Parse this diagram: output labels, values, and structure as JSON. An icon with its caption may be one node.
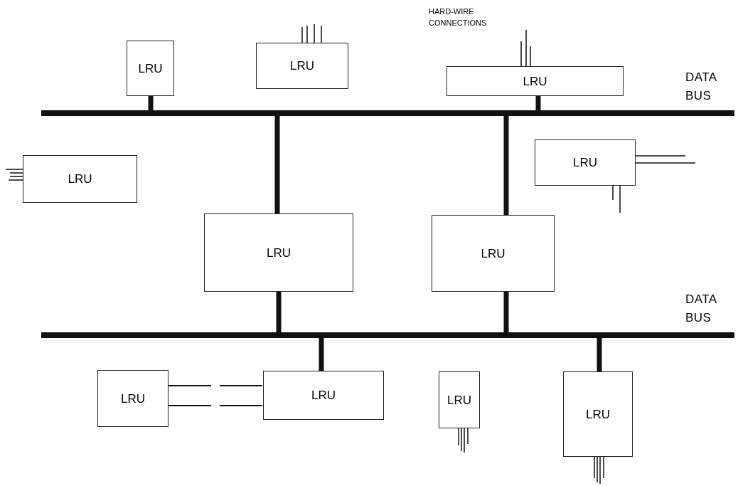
{
  "diagram": {
    "nodes": [
      {
        "text": [
          "LRU"
        ]
      },
      {
        "text": [
          "LRU"
        ]
      },
      {
        "text": [
          "LRU"
        ]
      },
      {
        "text": [],
        "shape": "bar",
        "beside": [
          "DATA BUS"
        ]
      },
      {
        "text": [
          "LRU"
        ]
      },
      {
        "text": [
          "LRU"
        ]
      },
      {
        "text": [
          "LRU"
        ]
      },
      {
        "text": [
          "LRU"
        ]
      },
      {
        "text": [],
        "shape": "bar",
        "beside": [
          "DATA BUS"
        ]
      },
      {
        "text": [
          "LRU"
        ]
      },
      {
        "text": [
          "LRU"
        ]
      },
      {
        "text": [
          "LRU"
        ]
      },
      {
        "text": [
          "LRU"
        ]
      }
    ],
    "edges": [
      {
        "from": 0,
        "to": 3,
        "arrow": "none",
        "style": "thick"
      },
      {
        "from": 2,
        "to": 3,
        "arrow": "none",
        "style": "thick"
      },
      {
        "from": 3,
        "to": 6,
        "arrow": "none",
        "style": "thick"
      },
      {
        "from": 3,
        "to": 7,
        "arrow": "none",
        "style": "thick"
      },
      {
        "from": 6,
        "to": 8,
        "arrow": "none",
        "style": "thick"
      },
      {
        "from": 7,
        "to": 8,
        "arrow": "none",
        "style": "thick"
      },
      {
        "from": 8,
        "to": 10,
        "arrow": "none",
        "style": "thick"
      },
      {
        "from": 8,
        "to": 12,
        "arrow": "none",
        "style": "thick"
      },
      {
        "from": 9,
        "to": 10,
        "arrow": "none",
        "style": "dashed"
      },
      {
        "from": 9,
        "to": 10,
        "arrow": "none",
        "style": "dashed"
      },
      {
        "from": null,
        "to": 1,
        "arrow": "none"
      },
      {
        "from": null,
        "to": 2,
        "arrow": "none"
      },
      {
        "from": null,
        "to": 4,
        "arrow": "none"
      },
      {
        "from": null,
        "to": 5,
        "arrow": "none"
      },
      {
        "from": null,
        "to": 5,
        "arrow": "none"
      },
      {
        "from": null,
        "to": 11,
        "arrow": "none"
      },
      {
        "from": null,
        "to": 12,
        "arrow": "none"
      }
    ],
    "labels": [
      "HARD-WIRE CONNECTIONS"
    ]
  }
}
